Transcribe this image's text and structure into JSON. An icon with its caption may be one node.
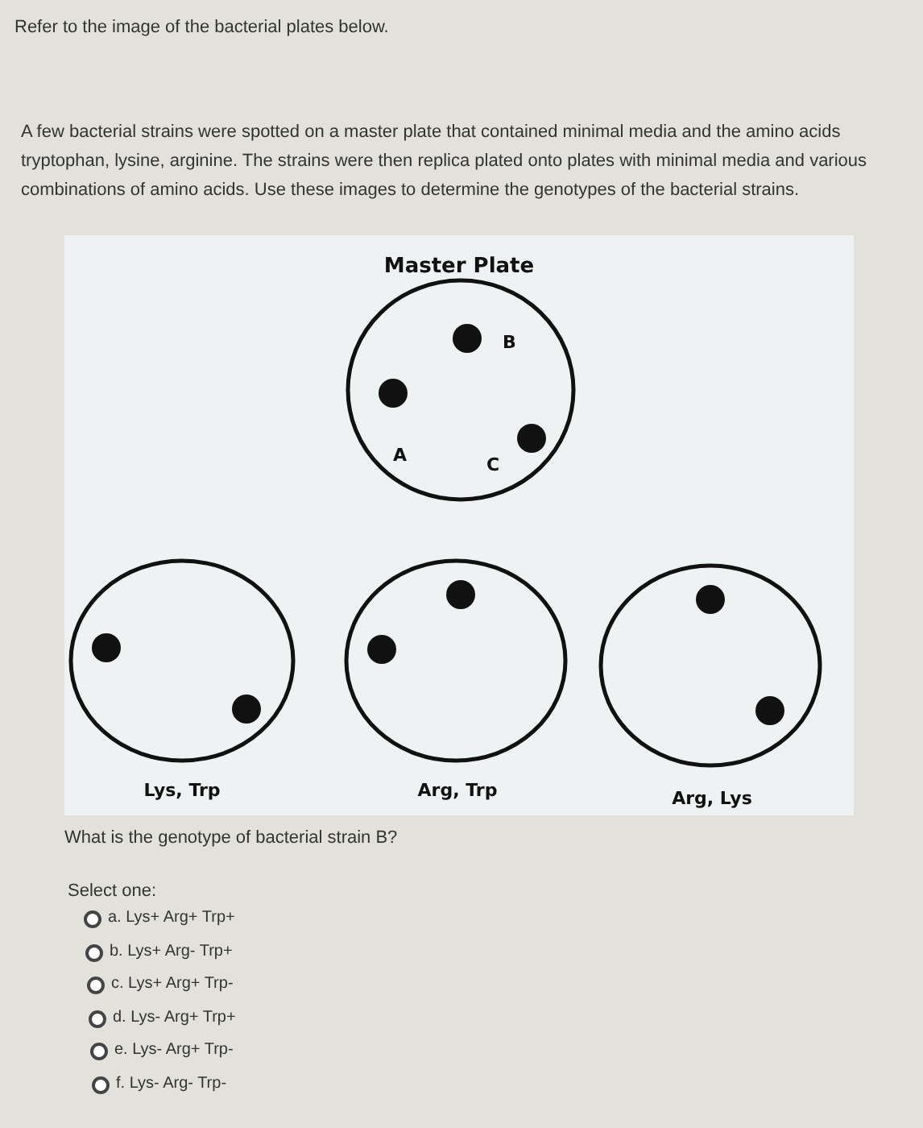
{
  "diagram": {
    "nodes": [
      {
        "text": [
          "Master Plate",
          "B",
          "A",
          "C"
        ]
      },
      {
        "text": [
          "Lys, Trp"
        ]
      },
      {
        "text": [
          "Arg, Trp"
        ]
      },
      {
        "text": [
          "Arg, Lys"
        ]
      }
    ],
    "labels": [
      "Refer to the image of the bacterial plates below.",
      "A few bacterial strains were spotted on a master plate that contained minimal media and the amino acids tryptophan, lysine, arginine. The strains were then replica plated onto plates with minimal media and various combinations of amino acids. Use these images to determine the genotypes of the bacterial strains.",
      "What is the genotype of bacterial strain B?",
      "Select one:",
      "a. Lys+ Arg+ Trp+",
      "b. Lys+ Arg- Trp+",
      "c. Lys+ Arg+ Trp-",
      "d. Lys- Arg+ Trp+",
      "e. Lys- Arg+ Trp-",
      "f. Lys- Arg- Trp-"
    ]
  }
}
